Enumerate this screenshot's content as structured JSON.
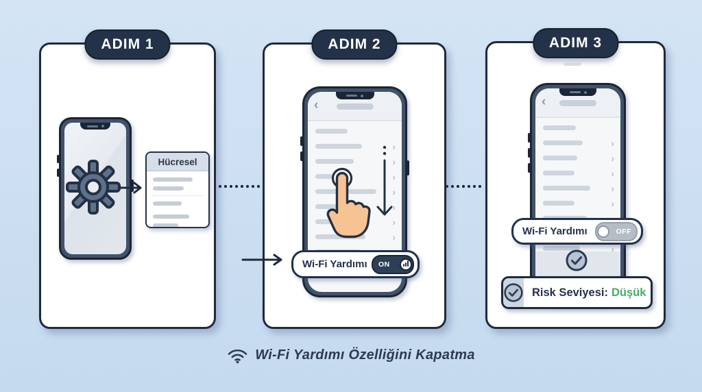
{
  "colors": {
    "background": "#cddff2",
    "ink": "#1e2a3c",
    "badge_bg": "#243249",
    "phone_frame": "#41526a",
    "screen": "#f5f7f9",
    "skeleton_bar": "#ced5dd",
    "toggle_on_track": "#2d3e56",
    "toggle_off_track": "#b7bdc6",
    "risk_green": "#4ba96c",
    "shield_green": "#3f9e63",
    "hand_skin": "#f7c392"
  },
  "steps": [
    {
      "label": "ADIM 1"
    },
    {
      "label": "ADIM 2"
    },
    {
      "label": "ADIM 3"
    }
  ],
  "panel1": {
    "card": {
      "title": "Hücresel",
      "lines": [
        {
          "w": 80
        },
        {
          "w": 62,
          "divider_after": true
        },
        {
          "w": 58,
          "gap_after": true
        },
        {
          "w": 74
        },
        {
          "w": 52
        }
      ]
    }
  },
  "panel2": {
    "rows": [
      {
        "w": 40,
        "chevron": false
      },
      {
        "w": 58,
        "chevron": true
      },
      {
        "w": 48,
        "chevron": true
      },
      {
        "w": 42,
        "chevron": true
      },
      {
        "w": 76,
        "chevron": true
      },
      {
        "w": 54,
        "chevron": true
      },
      {
        "w": 48,
        "chevron": true
      },
      {
        "w": 62,
        "chevron": true
      },
      {
        "w": 56,
        "chevron": true
      },
      {
        "w": 58,
        "chevron": true
      }
    ],
    "pill": {
      "label": "Wi-Fi Yardımı",
      "state": "ON"
    }
  },
  "panel3": {
    "rows": [
      {
        "w": 46,
        "chevron": false
      },
      {
        "w": 56,
        "chevron": true
      },
      {
        "w": 48,
        "chevron": true
      },
      {
        "w": 44,
        "chevron": true
      },
      {
        "w": 66,
        "chevron": true
      },
      {
        "w": 44,
        "chevron": true
      },
      {
        "w": 62,
        "chevron": true
      },
      {
        "w": 50,
        "chevron": true
      },
      {
        "w": 52,
        "chevron": true
      }
    ],
    "pill": {
      "label": "Wi-Fi Yardımı",
      "state": "OFF"
    },
    "risk": {
      "label": "Risk Seviyesi:",
      "value": "Düşük"
    }
  },
  "caption": {
    "text": "Wi-Fi Yardımı Özelliğini Kapatma"
  },
  "icons": {
    "back_chevron": "‹",
    "row_chevron": "›"
  }
}
